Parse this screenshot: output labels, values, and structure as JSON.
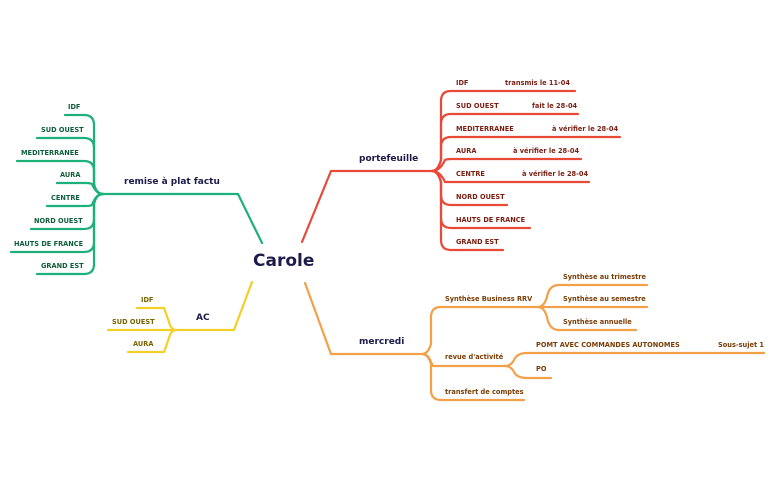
{
  "root": "Carole",
  "colors": {
    "red": "#e84a3a",
    "green": "#1db07a",
    "yellow": "#f2d02a",
    "orange": "#f2a049"
  },
  "branches": {
    "portefeuille": {
      "label": "portefeuille",
      "items": [
        {
          "label": "IDF",
          "note": "transmis le 11-04"
        },
        {
          "label": "SUD OUEST",
          "note": "fait le 28-04"
        },
        {
          "label": "MEDITERRANEE",
          "note": "à vérifier le 28-04"
        },
        {
          "label": "AURA",
          "note": "à vérifier le 28-04"
        },
        {
          "label": "CENTRE",
          "note": "à vérifier le 28-04"
        },
        {
          "label": "NORD OUEST"
        },
        {
          "label": "HAUTS DE FRANCE"
        },
        {
          "label": "GRAND EST"
        }
      ]
    },
    "remise": {
      "label": "remise à plat factu",
      "items": [
        "IDF",
        "SUD OUEST",
        "MEDITERRANEE",
        "AURA",
        "CENTRE",
        "NORD OUEST",
        "HAUTS DE FRANCE",
        "GRAND EST"
      ]
    },
    "ac": {
      "label": "AC",
      "items": [
        "IDF",
        "SUD OUEST",
        "AURA"
      ]
    },
    "mercredi": {
      "label": "mercredi",
      "synthese": {
        "label": "Synthèse Business RRV",
        "items": [
          "Synthèse au trimestre",
          "Synthèse au semestre",
          "Synthèse annuelle"
        ]
      },
      "revue": {
        "label": "revue d'activité",
        "pomt": "POMT AVEC COMMANDES AUTONOMES",
        "sous_sujet": "Sous-sujet 1",
        "po": "PO"
      },
      "transfert": "transfert de comptes"
    }
  }
}
